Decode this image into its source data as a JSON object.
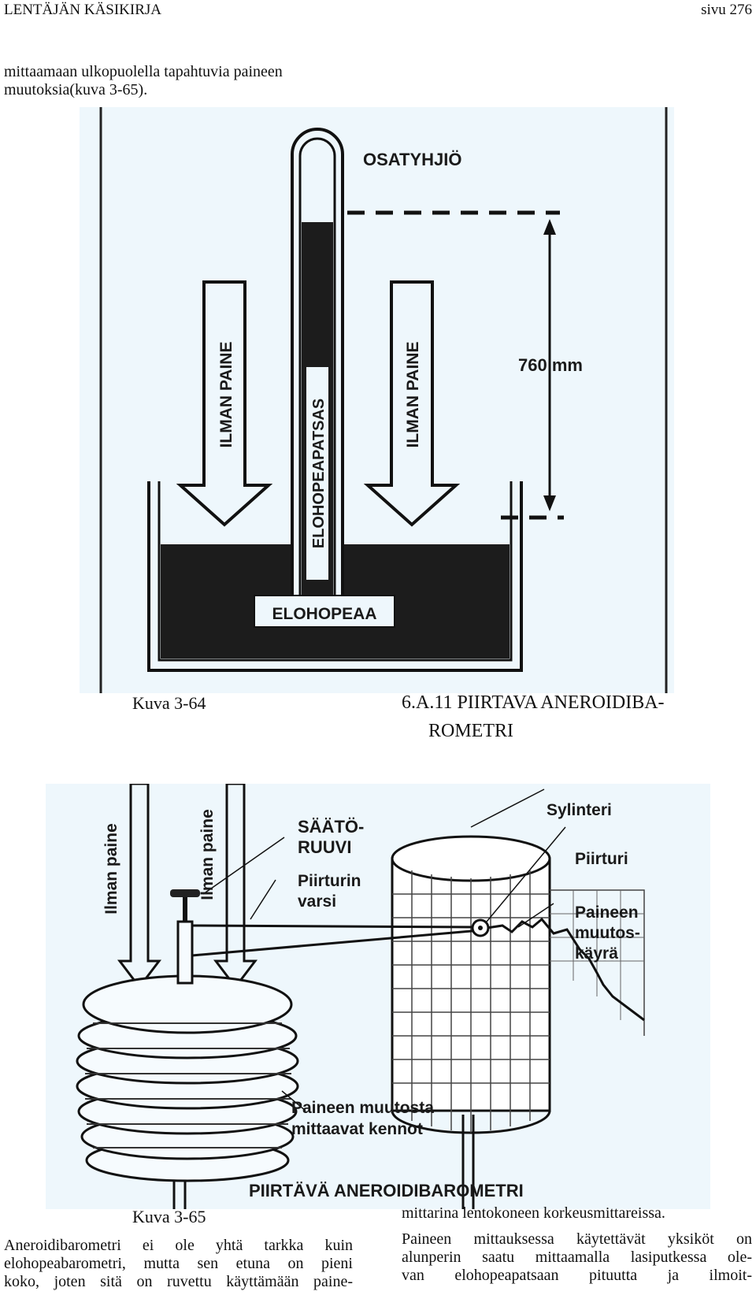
{
  "header": {
    "book_title": "LENTÄJÄN KÄSIKIRJA",
    "page": "sivu 276"
  },
  "intro_text": [
    "mittaamaan ulkopuolella tapahtuvia paineen",
    "muutoksia(kuva 3-65)."
  ],
  "figure1": {
    "labels": {
      "vacuum": "OSATYHJIÖ",
      "air_pressure_left": "ILMAN PAINE",
      "mercury_column": "ELOHOPEAPATSAS",
      "air_pressure_right": "ILMAN PAINE",
      "height": "760 mm",
      "mercury": "ELOHOPEAA"
    },
    "caption": "Kuva 3-64"
  },
  "section_heading": [
    "6.A.11 PIIRTAVA ANEROIDIBA-",
    "ROMETRI"
  ],
  "figure2": {
    "labels": {
      "air_pressure_1": "Ilman paine",
      "air_pressure_2": "Ilman paine",
      "screw_1": "SÄÄTÖ-",
      "screw_2": "RUUVI",
      "arm_1": "Piirturin",
      "arm_2": "varsi",
      "cylinder": "Sylinteri",
      "recorder": "Piirturi",
      "curve_1": "Paineen",
      "curve_2": "muutos-",
      "curve_3": "käyrä",
      "cells_1": "Paineen muutosta",
      "cells_2": "mittaavat kennot",
      "title": "PIIRTÄVÄ ANEROIDIBAROMETRI"
    },
    "caption": "Kuva 3-65"
  },
  "body_left": [
    "Aneroidibarometri ei ole yhtä tarkka kuin",
    "elohopeabarometri, mutta sen etuna on pieni",
    "koko, joten sitä on ruvettu käyttämään paine-"
  ],
  "body_right_first": "mittarina lentokoneen korkeusmittareissa.",
  "body_right": [
    "Paineen mittauksessa käytettävät yksiköt on",
    "alunperin saatu mittaamalla lasiputkessa ole-",
    "van elohopeapatsaan pituutta ja ilmoit-"
  ]
}
